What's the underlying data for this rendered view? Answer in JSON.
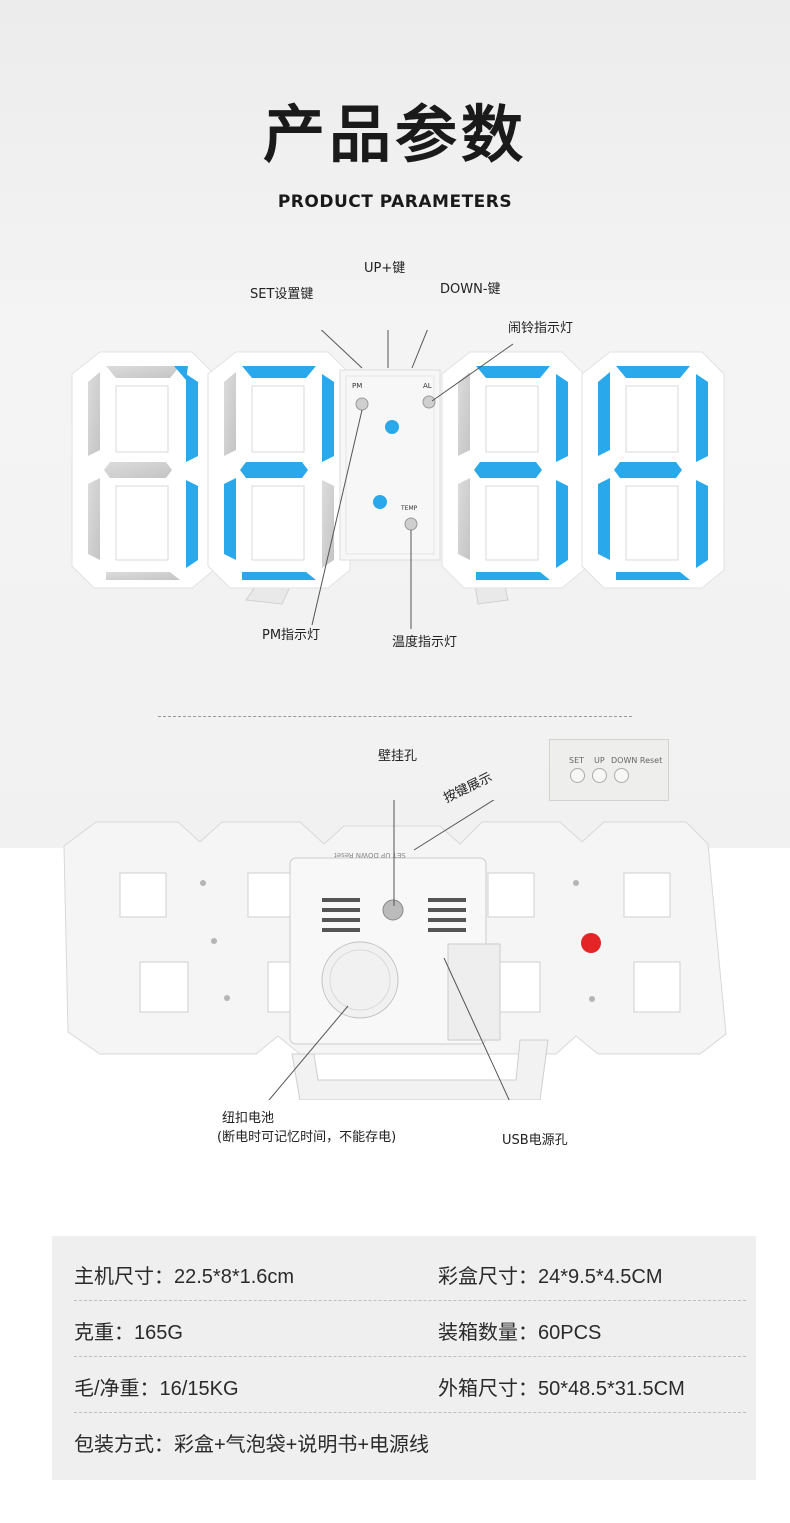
{
  "header": {
    "title": "产品参数",
    "subtitle": "PRODUCT PARAMETERS"
  },
  "front_callouts": {
    "set_key": "SET设置键",
    "up_key": "UP+键",
    "down_key": "DOWN-键",
    "alarm_led": "闹铃指示灯",
    "pm_led": "PM指示灯",
    "temp_led": "温度指示灯"
  },
  "front_panel": {
    "pm_mark": "PM",
    "al_mark": "AL",
    "temp_mark": "TEMP",
    "segment_color": "#29a8ec"
  },
  "back_callouts": {
    "wall_hole": "壁挂孔",
    "buttons_show": "按键展示",
    "battery": "纽扣电池",
    "battery_note": "(断电时可记忆时间，不能存电)",
    "usb_port": "USB电源孔"
  },
  "button_panel": {
    "set": "SET",
    "up": "UP",
    "down_reset": "DOWN Reset"
  },
  "back_panel": {
    "edge_text": "SET UP DOWN Reset"
  },
  "specs": [
    {
      "left": "主机尺寸：22.5*8*1.6cm",
      "right": "彩盒尺寸：24*9.5*4.5CM"
    },
    {
      "left": "克重：165G",
      "right": "装箱数量：60PCS"
    },
    {
      "left": "毛/净重：16/15KG",
      "right": "外箱尺寸：50*48.5*31.5CM"
    },
    {
      "left": "包装方式：彩盒+气泡袋+说明书+电源线",
      "right": ""
    }
  ]
}
